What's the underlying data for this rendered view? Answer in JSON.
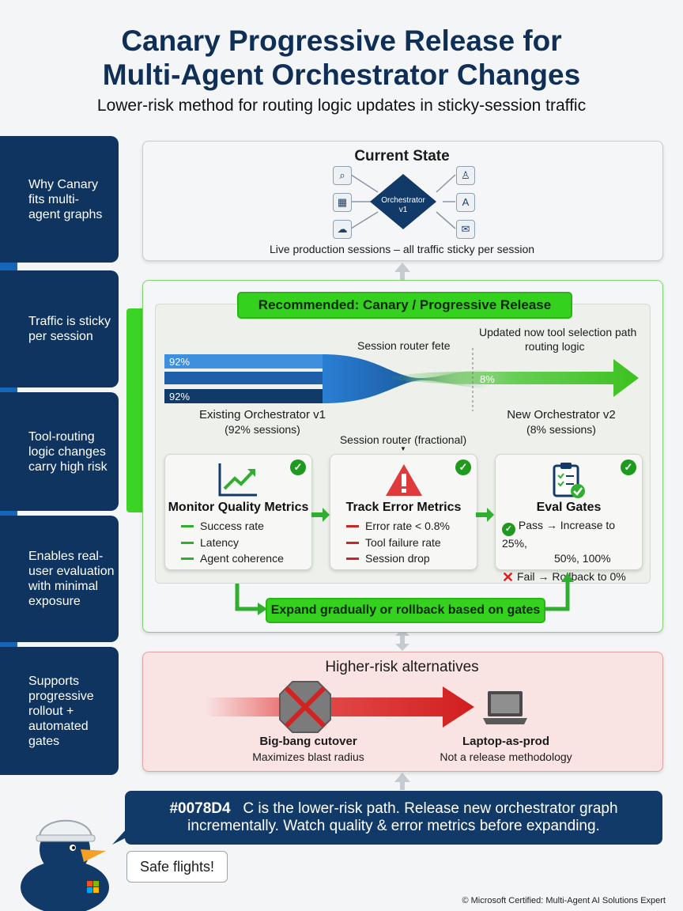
{
  "title_line1": "Canary Progressive Release for",
  "title_line2": "Multi-Agent Orchestrator Changes",
  "subtitle": "Lower-risk method for routing logic updates in sticky-session traffic",
  "sidebar": [
    "Why Canary fits multi-agent graphs",
    "Traffic is sticky per session",
    "Tool-routing logic changes carry high risk",
    "Enables real-user evaluation with minimal exposure",
    "Supports progressive rollout + automated gates"
  ],
  "current_state": {
    "title": "Current State",
    "node": "Orchestrator v1",
    "caption": "Live production sessions – all traffic sticky per session"
  },
  "recommended": {
    "banner": "Recommended: Canary / Progressive Release",
    "router_label": "Session router fete",
    "updated_label": "Updated now tool selection path",
    "routing_logic": "routing logic",
    "pct_top": "92%",
    "pct_bottom": "92%",
    "pct_new": "8%",
    "existing_label": "Existing Orchestrator v1",
    "existing_sub": "(92% sessions)",
    "new_label": "New Orchestrator v2",
    "new_sub": "(8% sessions)",
    "fractional": "Session router (fractional)",
    "expand": "Expand gradually or rollback based on gates"
  },
  "cards": {
    "monitor": {
      "title": "Monitor Quality Metrics",
      "items": [
        "Success rate",
        "Latency",
        "Agent coherence"
      ]
    },
    "track": {
      "title": "Track Error Metrics",
      "items": [
        "Error rate < 0.8%",
        "Tool failure rate",
        "Session drop"
      ]
    },
    "eval": {
      "title": "Eval Gates",
      "pass_label": "Pass",
      "pass_action": "Increase to 25%,",
      "pass_action2": "50%, 100%",
      "fail_label": "Fail",
      "fail_action": "Rollback to 0%"
    }
  },
  "alternatives": {
    "title": "Higher-risk alternatives",
    "bigbang_title": "Big-bang cutover",
    "bigbang_sub": "Maximizes blast radius",
    "laptop_title": "Laptop-as-prod",
    "laptop_sub": "Not a release methodology"
  },
  "footer": {
    "msg_bold": "#0078D4",
    "msg_line1": "C is the lower-risk path. Release new orchestrator graph",
    "msg_line2": "incrementally. Watch quality & error metrics before expanding.",
    "duck_speech": "Safe flights!",
    "copyright": "© Microsoft Certified: Multi-Agent AI Solutions Expert"
  },
  "colors": {
    "navy": "#0f3460",
    "green": "#35d11f",
    "blue": "#1e73c8",
    "red": "#e03a3a"
  },
  "icons": [
    "search-icon",
    "user-icon",
    "calculator-icon",
    "translate-icon",
    "cloud-icon",
    "mail-icon",
    "line-chart-icon",
    "warning-icon",
    "clipboard-check-icon",
    "x-icon",
    "laptop-icon",
    "duck-mascot"
  ]
}
